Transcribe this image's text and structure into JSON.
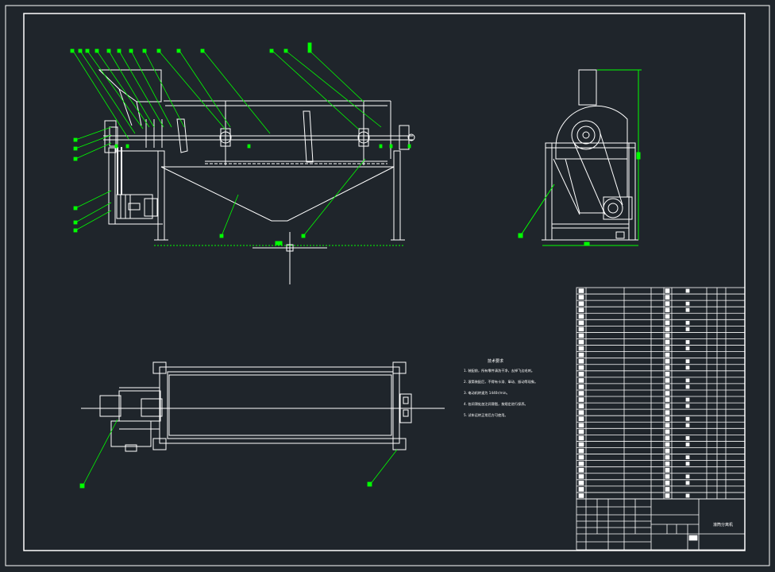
{
  "colors": {
    "background": "#1f252b",
    "line": "#ffffff",
    "leader": "#00ff00",
    "dimension": "#00ff00",
    "label_block": "#ffffff"
  },
  "drawing": {
    "views": [
      "front-elevation",
      "side-elevation",
      "top-plan"
    ],
    "technical_requirements": {
      "heading": "技术要求",
      "lines": [
        "1. 装配前，所有零件清洗干净，去掉飞边毛刺。",
        "2. 滚筒装配后，不得有卡滞、窜动、振动等现象。",
        "3. 电动机转速为 1440r/min。",
        "4. 各润滑处加注润滑脂，按规定进行保养。",
        "5. 试车运转正常后方可使用。"
      ]
    },
    "title_block": {
      "name": "滚筒分离机",
      "bom_rows": 33
    }
  }
}
